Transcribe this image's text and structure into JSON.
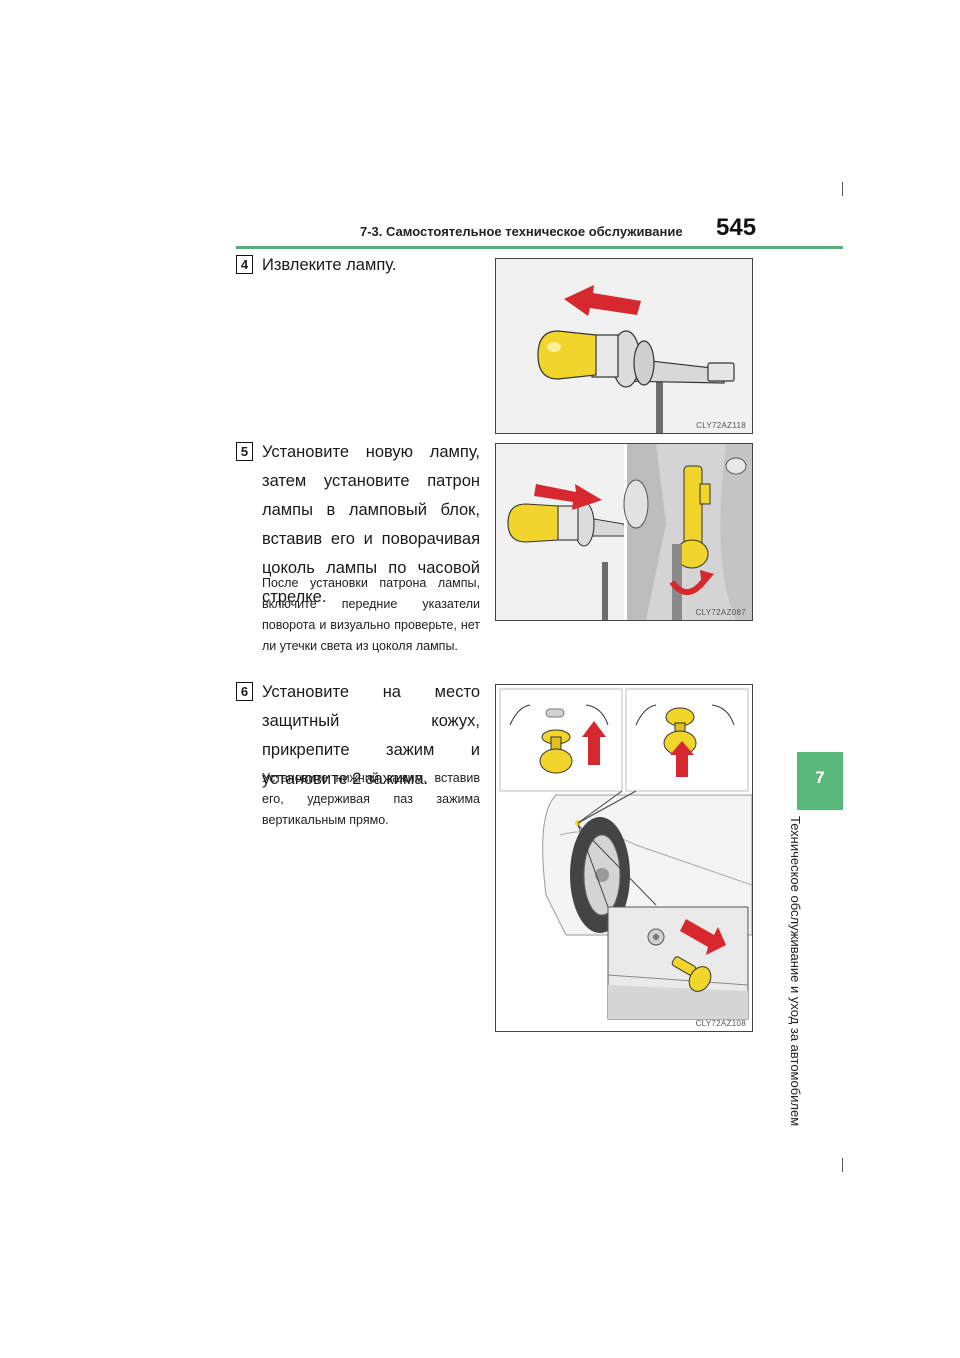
{
  "header": {
    "section_title": "7-3. Самостоятельное техническое обслуживание",
    "page_number": "545"
  },
  "sidebar": {
    "chapter_number": "7",
    "chapter_title": "Техническое обслуживание и уход за автомобилем"
  },
  "steps": [
    {
      "number": "4",
      "text": "Извлеките лампу.",
      "note": "",
      "figure_code": "CLY72AZ118"
    },
    {
      "number": "5",
      "text": "Установите новую лампу, затем установите патрон лампы в ламповый блок, вставив его и поворачивая цоколь лампы по часовой стрелке.",
      "note": "После установки патрона лампы, включите передние указатели поворота и визуально проверьте, нет ли утечки света из цоколя лампы.",
      "figure_code": "CLY72AZ087"
    },
    {
      "number": "6",
      "text": "Установите на место защитный кожух, прикрепите зажим и установите 2 зажима.",
      "note": "Установите нижний зажим, вставив его, удерживая паз зажима вертикальным прямо.",
      "figure_code": "CLY72AZ108"
    }
  ],
  "colors": {
    "accent_green": "#54b278",
    "arrow_red": "#d7282f",
    "bulb_yellow": "#f2d52a"
  }
}
